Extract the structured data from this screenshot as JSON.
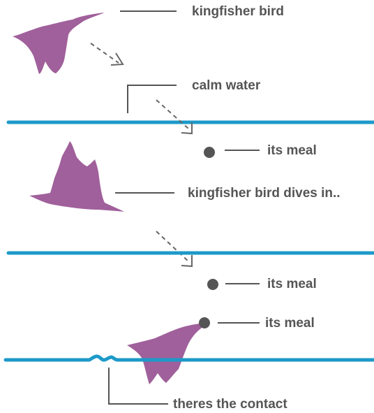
{
  "labels": {
    "bird_1": "kingfisher bird",
    "calm_water": "calm water",
    "meal_1": "its meal",
    "bird_2": "kingfisher bird dives in..",
    "meal_2": "its meal",
    "meal_3": "its meal",
    "contact": "theres the contact"
  },
  "colors": {
    "bird": "#a0609b",
    "water": "#1c9ac9",
    "leader_line": "#555555",
    "meal": "#555555",
    "text": "#555555",
    "arrow": "#666666"
  }
}
